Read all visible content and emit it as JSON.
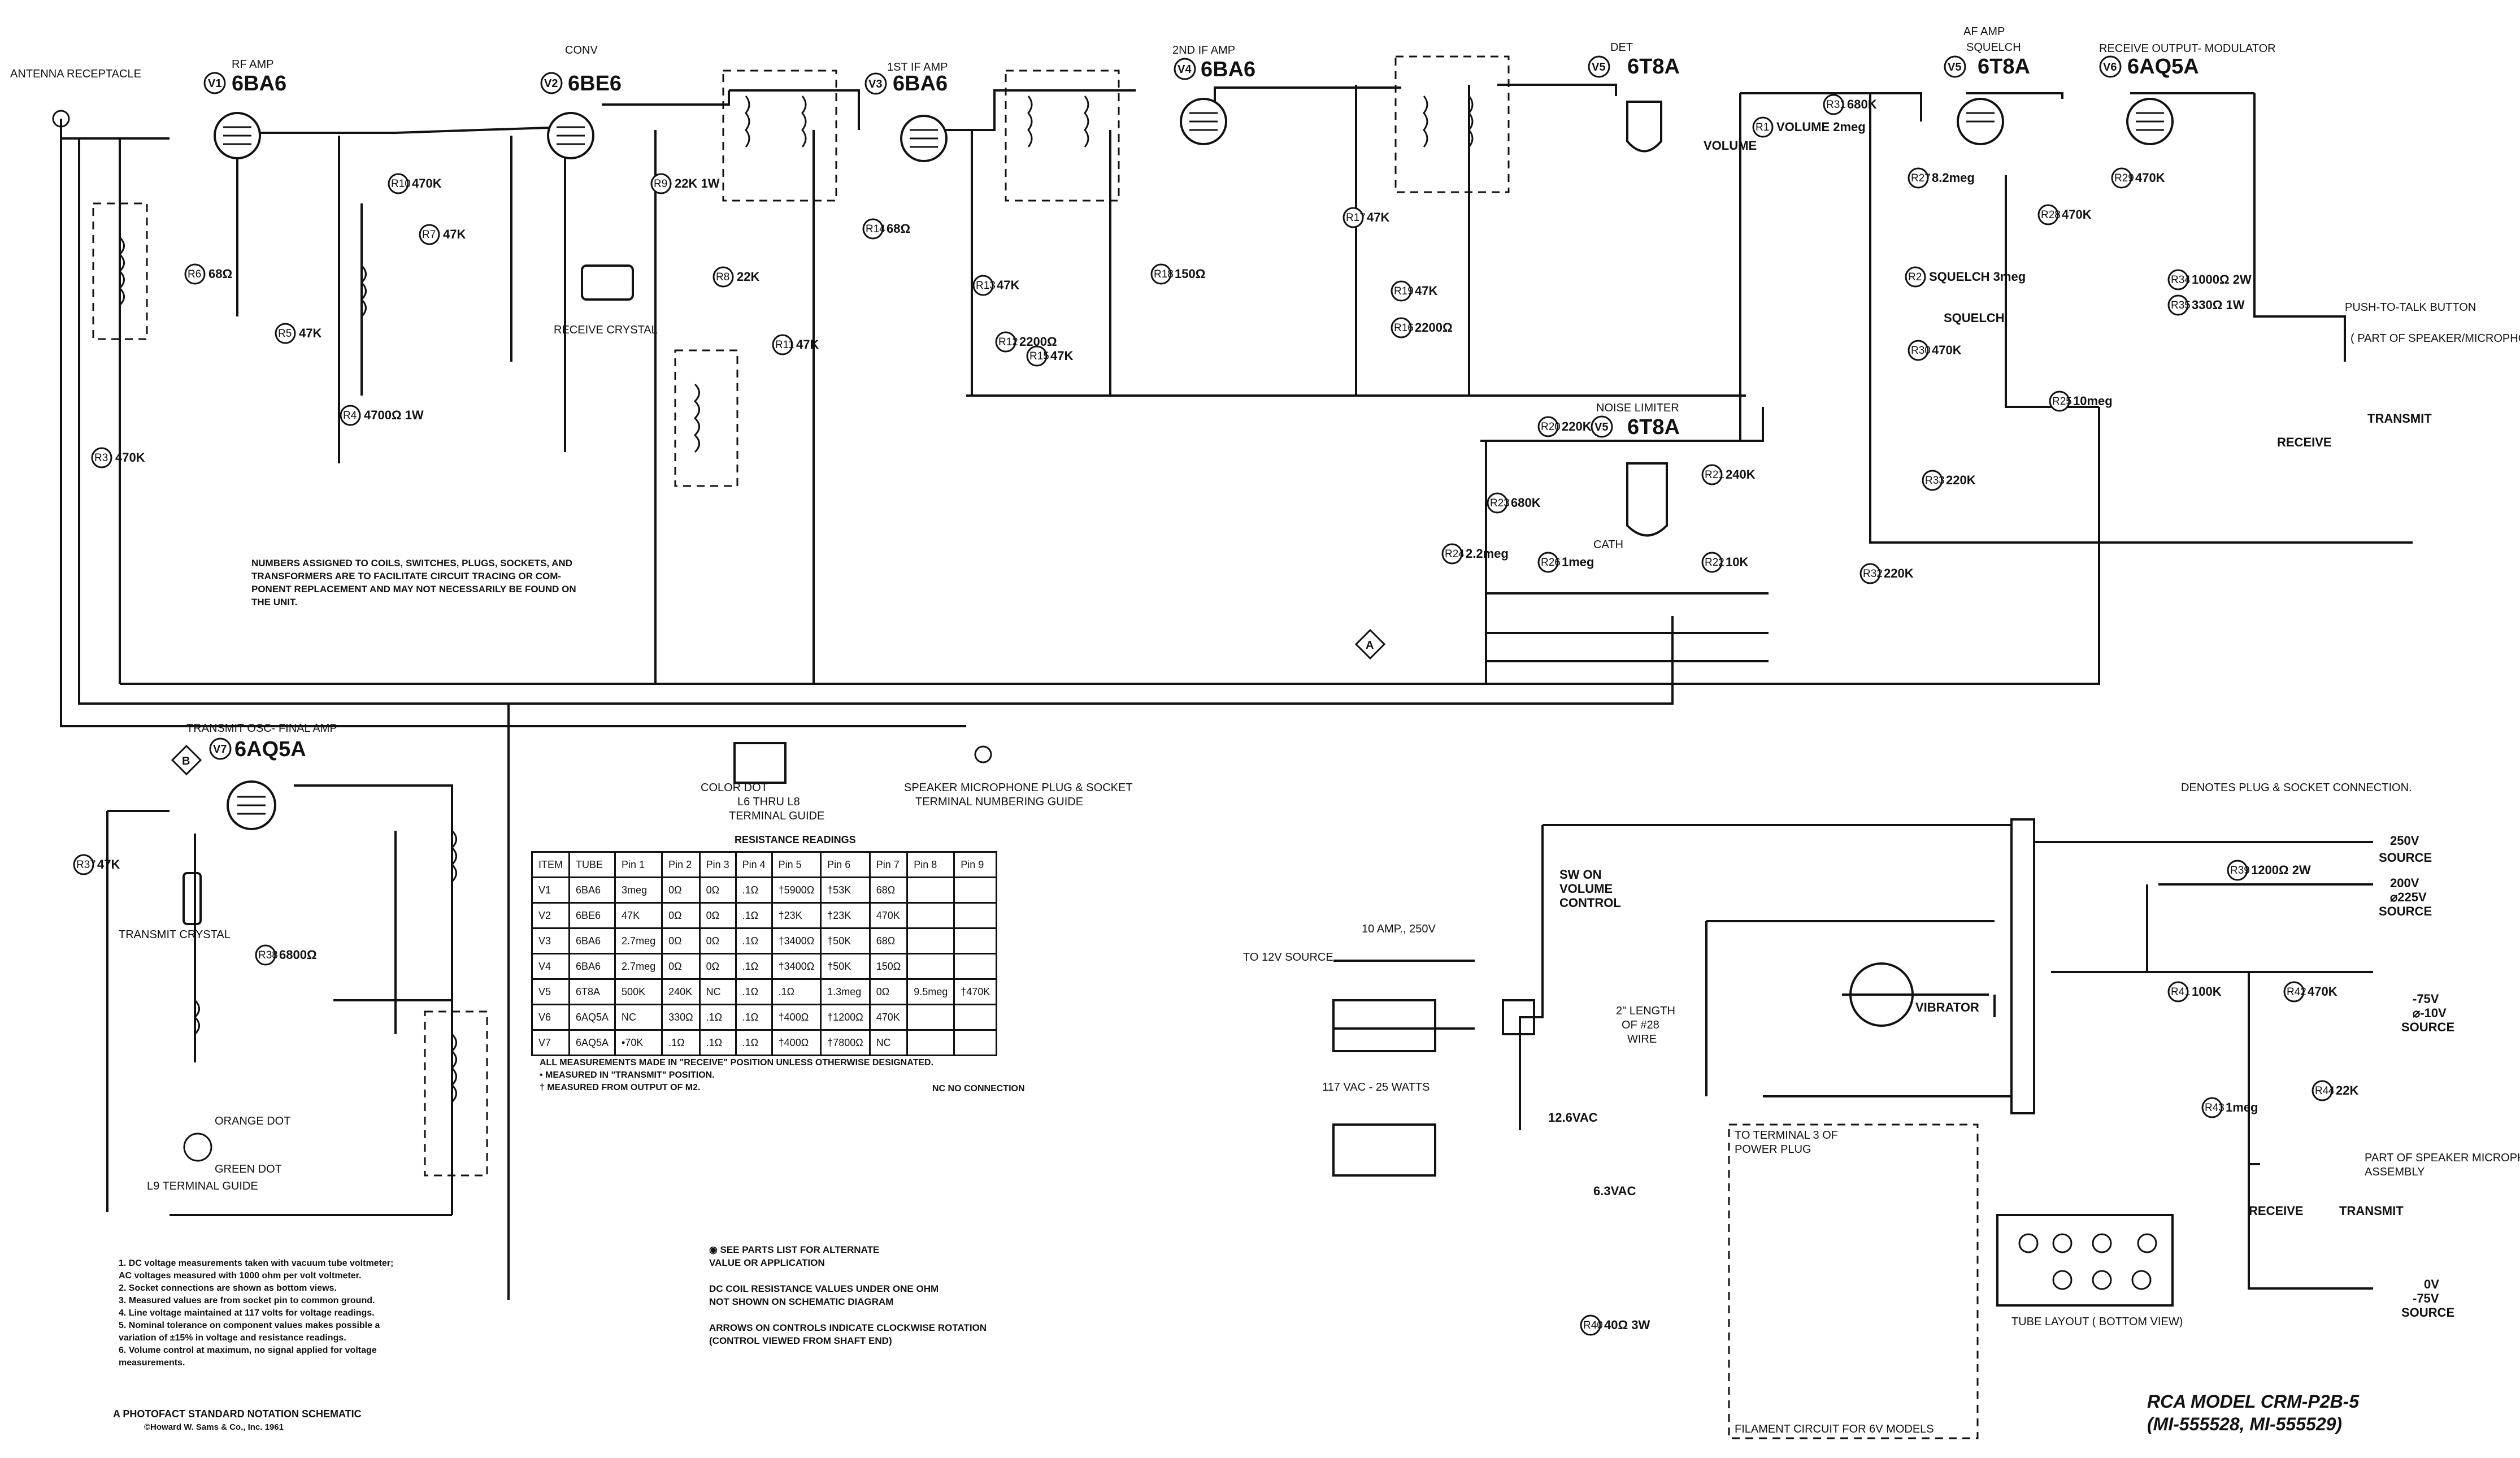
{
  "title": {
    "model": "RCA MODEL CRM-P2B-5",
    "sub": "(MI-555528, MI-555529)",
    "credit1": "A PHOTOFACT STANDARD NOTATION SCHEMATIC",
    "credit2": "©Howard W. Sams & Co., Inc. 1961"
  },
  "sections": {
    "antenna": "ANTENNA RECEPTACLE",
    "v1_role": "RF AMP",
    "v1_ref": "V1",
    "v1_type": "6BA6",
    "v2_role": "CONV",
    "v2_ref": "V2",
    "v2_type": "6BE6",
    "v3_role": "1ST IF AMP",
    "v3_ref": "V3",
    "v3_type": "6BA6",
    "v4_role": "2ND IF AMP",
    "v4_ref": "V4",
    "v4_type": "6BA6",
    "v5a_role": "DET",
    "v5a_ref": "V5",
    "v5a_type": "6T8A",
    "v5b_role": "AF AMP",
    "v5b_sub": "SQUELCH",
    "v5b_ref": "V5",
    "v5b_type": "6T8A",
    "v6_role": "RECEIVE OUTPUT- MODULATOR",
    "v6_ref": "V6",
    "v6_type": "6AQ5A",
    "v5c_role": "NOISE LIMITER",
    "v5c_ref": "V5",
    "v5c_type": "6T8A",
    "v7_role": "TRANSMIT OSC- FINAL AMP",
    "v7_ref": "V7",
    "v7_type": "6AQ5A",
    "receive_crystal": "RECEIVE CRYSTAL",
    "transmit_crystal": "TRANSMIT CRYSTAL",
    "ptt": "PUSH-TO-TALK BUTTON",
    "ptt_sub": "( PART OF SPEAKER/MICROPHONE)",
    "transmit": "TRANSMIT",
    "receive": "RECEIVE",
    "spk_mic_asm": "PART OF SPEAKER MICROPHONE",
    "assembly": "ASSEMBLY",
    "sw_on_1": "SW ON",
    "sw_on_2": "VOLUME",
    "sw_on_3": "CONTROL",
    "vibrator": "VIBRATOR",
    "to12v": "TO 12V SOURCE",
    "fuse": "10 AMP., 250V",
    "vac117": "117 VAC - 25 WATTS",
    "wire_1": "2\" LENGTH",
    "wire_2": "OF #28",
    "wire_3": "WIRE",
    "vac126": "12.6VAC",
    "vac63": "6.3VAC",
    "fil_to_1": "TO TERMINAL 3 OF",
    "fil_to_2": "POWER PLUG",
    "fil_circuit": "FILAMENT CIRCUIT FOR 6V MODELS",
    "tube_layout": "TUBE LAYOUT ( BOTTOM VIEW)",
    "plug_note": "DENOTES PLUG & SOCKET CONNECTION.",
    "src250": "250V",
    "source": "SOURCE",
    "src200": "200V",
    "src225": "⌀225V",
    "src_neg75": "-75V",
    "src_neg10": "⌀-10V",
    "src0": "0V",
    "l6_color": "COLOR DOT",
    "l6_guide_1": "L6 THRU L8",
    "l6_guide_2": "TERMINAL GUIDE",
    "spk_guide_1": "SPEAKER MICROPHONE PLUG & SOCKET",
    "spk_guide_2": "TERMINAL NUMBERING GUIDE",
    "l9_orange": "ORANGE DOT",
    "l9_green": "GREEN DOT",
    "l9_guide": "L9 TERMINAL GUIDE",
    "cath": "CATH",
    "volume": "VOLUME",
    "squelch": "SQUELCH"
  },
  "numbering_note": "NUMBERS ASSIGNED TO COILS, SWITCHES, PLUGS, SOCKETS, AND\nTRANSFORMERS ARE TO FACILITATE CIRCUIT TRACING OR COM-\nPONENT REPLACEMENT AND MAY NOT NECESSARILY BE FOUND ON\nTHE UNIT.",
  "footnotes": "1.  DC voltage measurements taken with vacuum tube voltmeter;\n     AC voltages measured with 1000 ohm per volt voltmeter.\n2.  Socket connections are shown as bottom views.\n3.  Measured values are from socket pin to common ground.\n4.  Line voltage maintained at 117 volts for voltage readings.\n5.  Nominal tolerance on component values makes possible a\n     variation of ±15% in voltage and resistance readings.\n6.  Volume control at maximum, no signal applied for voltage\n     measurements.",
  "parts_note": "◉ SEE PARTS LIST FOR ALTERNATE\n   VALUE OR APPLICATION\n\n   DC COIL RESISTANCE VALUES UNDER ONE OHM\n   NOT SHOWN ON SCHEMATIC DIAGRAM\n\n   ARROWS ON CONTROLS INDICATE CLOCKWISE ROTATION\n   (CONTROL VIEWED FROM SHAFT END)",
  "resistance": {
    "title": "RESISTANCE READINGS",
    "headers": [
      "ITEM",
      "TUBE",
      "Pin 1",
      "Pin 2",
      "Pin 3",
      "Pin 4",
      "Pin 5",
      "Pin 6",
      "Pin 7",
      "Pin 8",
      "Pin 9"
    ],
    "rows": [
      [
        "V1",
        "6BA6",
        "3meg",
        "0Ω",
        "0Ω",
        ".1Ω",
        "†5900Ω",
        "†53K",
        "68Ω",
        "",
        ""
      ],
      [
        "V2",
        "6BE6",
        "47K",
        "0Ω",
        "0Ω",
        ".1Ω",
        "†23K",
        "†23K",
        "470K",
        "",
        ""
      ],
      [
        "V3",
        "6BA6",
        "2.7meg",
        "0Ω",
        "0Ω",
        ".1Ω",
        "†3400Ω",
        "†50K",
        "68Ω",
        "",
        ""
      ],
      [
        "V4",
        "6BA6",
        "2.7meg",
        "0Ω",
        "0Ω",
        ".1Ω",
        "†3400Ω",
        "†50K",
        "150Ω",
        "",
        ""
      ],
      [
        "V5",
        "6T8A",
        "500K",
        "240K",
        "NC",
        ".1Ω",
        ".1Ω",
        "1.3meg",
        "0Ω",
        "9.5meg",
        "†470K"
      ],
      [
        "V6",
        "6AQ5A",
        "NC",
        "330Ω",
        ".1Ω",
        ".1Ω",
        "†400Ω",
        "†1200Ω",
        "470K",
        "",
        ""
      ],
      [
        "V7",
        "6AQ5A",
        "•70K",
        ".1Ω",
        ".1Ω",
        ".1Ω",
        "†400Ω",
        "†7800Ω",
        "NC",
        "",
        ""
      ]
    ],
    "notes": "ALL MEASUREMENTS MADE IN \"RECEIVE\" POSITION UNLESS OTHERWISE DESIGNATED.\n•   MEASURED IN \"TRANSMIT\" POSITION.\n†   MEASURED FROM OUTPUT OF M2.",
    "nc_note": "NC    NO CONNECTION"
  },
  "components": [
    {
      "ref": "R1",
      "val": "VOLUME 2meg"
    },
    {
      "ref": "R2",
      "val": "SQUELCH 3meg"
    },
    {
      "ref": "R3",
      "val": "470K"
    },
    {
      "ref": "R4",
      "val": "4700Ω 1W"
    },
    {
      "ref": "R5",
      "val": "47K"
    },
    {
      "ref": "R6",
      "val": "68Ω"
    },
    {
      "ref": "R7",
      "val": "47K"
    },
    {
      "ref": "R8",
      "val": "22K"
    },
    {
      "ref": "R9",
      "val": "22K 1W"
    },
    {
      "ref": "R10",
      "val": "470K"
    },
    {
      "ref": "R11",
      "val": "47K"
    },
    {
      "ref": "R12",
      "val": "2200Ω"
    },
    {
      "ref": "R13",
      "val": "47K"
    },
    {
      "ref": "R14",
      "val": "68Ω"
    },
    {
      "ref": "R15",
      "val": "47K"
    },
    {
      "ref": "R16",
      "val": "2200Ω"
    },
    {
      "ref": "R17",
      "val": "47K"
    },
    {
      "ref": "R18",
      "val": "150Ω"
    },
    {
      "ref": "R19",
      "val": "47K"
    },
    {
      "ref": "R20",
      "val": "220K"
    },
    {
      "ref": "R21",
      "val": "240K"
    },
    {
      "ref": "R22",
      "val": "10K"
    },
    {
      "ref": "R23",
      "val": "680K"
    },
    {
      "ref": "R24",
      "val": "2.2meg"
    },
    {
      "ref": "R25",
      "val": "10meg"
    },
    {
      "ref": "R26",
      "val": "1meg"
    },
    {
      "ref": "R27",
      "val": "8.2meg"
    },
    {
      "ref": "R28",
      "val": "470K"
    },
    {
      "ref": "R29",
      "val": "470K"
    },
    {
      "ref": "R30",
      "val": "470K"
    },
    {
      "ref": "R31",
      "val": "680K"
    },
    {
      "ref": "R32",
      "val": "220K"
    },
    {
      "ref": "R33",
      "val": "220K"
    },
    {
      "ref": "R34",
      "val": "1000Ω 2W"
    },
    {
      "ref": "R35",
      "val": "330Ω 1W"
    },
    {
      "ref": "R37",
      "val": "47K"
    },
    {
      "ref": "R38",
      "val": "6800Ω"
    },
    {
      "ref": "R39",
      "val": "1200Ω 2W"
    },
    {
      "ref": "R40",
      "val": "40Ω 3W"
    },
    {
      "ref": "R41",
      "val": "100K"
    },
    {
      "ref": "R42",
      "val": "470K"
    },
    {
      "ref": "R43",
      "val": "1meg"
    },
    {
      "ref": "R44",
      "val": "22K"
    }
  ]
}
